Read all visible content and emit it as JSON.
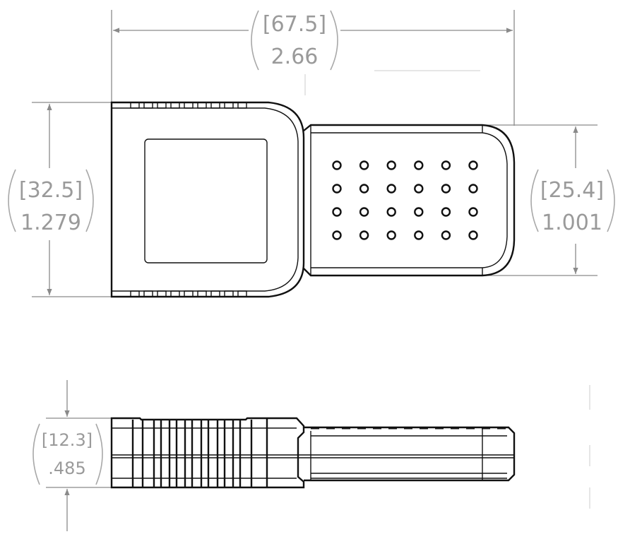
{
  "drawing": {
    "top_view": {
      "hole_grid": {
        "rows": 4,
        "columns": 6
      }
    },
    "dimensions": {
      "overall_length": {
        "metric": "[67.5]",
        "imperial": "2.66"
      },
      "body_width": {
        "metric": "[32.5]",
        "imperial": "1.279"
      },
      "tab_width": {
        "metric": "[25.4]",
        "imperial": "1.001"
      },
      "thickness": {
        "metric": "[12.3]",
        "imperial": ".485"
      }
    },
    "colors": {
      "part_line": "#111111",
      "dimension": "#9a9a9a"
    }
  }
}
